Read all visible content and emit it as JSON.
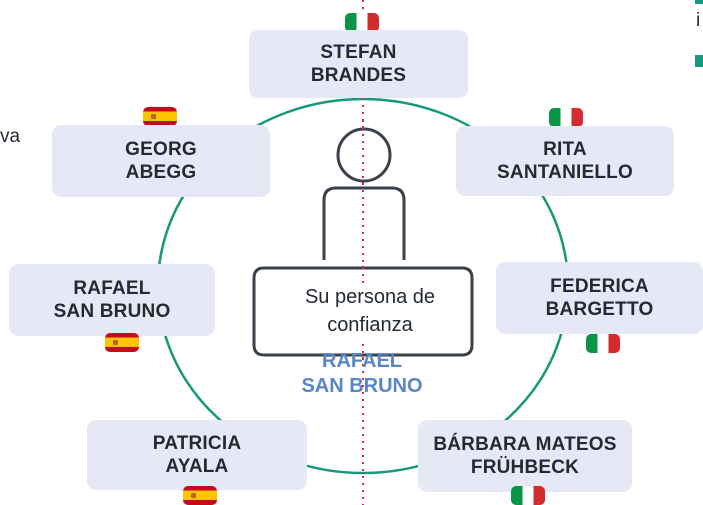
{
  "persons": [
    {
      "id": "stefan",
      "line1": "STEFAN",
      "line2": "BRANDES",
      "flag": "italy"
    },
    {
      "id": "rita",
      "line1": "RITA",
      "line2": "SANTANIELLO",
      "flag": "italy"
    },
    {
      "id": "federica",
      "line1": "FEDERICA",
      "line2": "BARGETTO",
      "flag": "italy"
    },
    {
      "id": "barbara",
      "line1": "BÁRBARA MATEOS",
      "line2": "FRÜHBECK",
      "flag": "italy"
    },
    {
      "id": "patricia",
      "line1": "PATRICIA",
      "line2": "AYALA",
      "flag": "spain"
    },
    {
      "id": "rafael",
      "line1": "RAFAEL",
      "line2": "SAN BRUNO",
      "flag": "spain"
    },
    {
      "id": "georg",
      "line1": "GEORG",
      "line2": "ABEGG",
      "flag": "spain"
    }
  ],
  "center": {
    "label_line1": "Su persona de",
    "label_line2": "confianza",
    "name_line1": "RAFAEL",
    "name_line2": "SAN BRUNO",
    "icon": "person-icon"
  },
  "clipped_text": {
    "left": "va",
    "top_right": "i"
  },
  "colors": {
    "ring": "#16987a",
    "card": "#e6e9f5",
    "text": "#222a33",
    "accent_name": "#5b86c6",
    "divider": "#d6285a",
    "icon_stroke": "#3a414b"
  }
}
